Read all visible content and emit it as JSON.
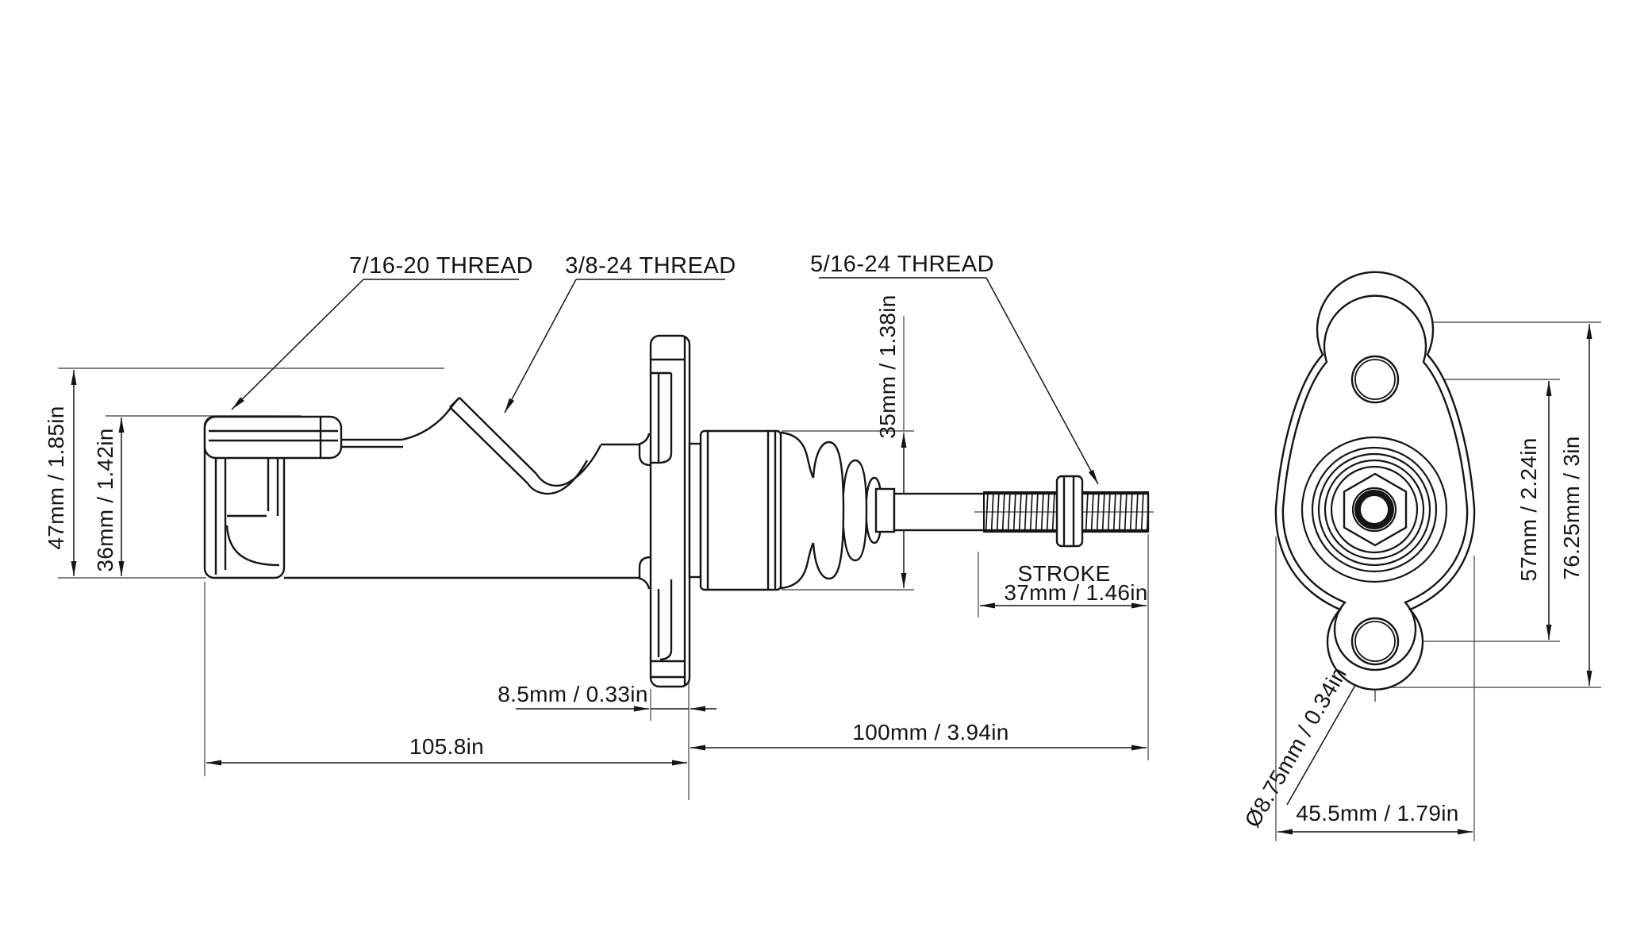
{
  "drawing": {
    "type": "technical-drawing",
    "subject": "master cylinder with remote reservoir ports, side elevation and mounting-flange end view",
    "colors": {
      "line": "#151515",
      "background": "#ffffff"
    },
    "thread_labels": {
      "banjo": "7/16-20 THREAD",
      "port": "3/8-24 THREAD",
      "pushrod": "5/16-24  THREAD"
    },
    "side_view": {
      "overall_height": "47mm / 1.85in",
      "body_height": "36mm / 1.42in",
      "boot_diameter": "35mm / 1.38in",
      "body_length": "105.8in",
      "flange_thickness": "8.5mm / 0.33in",
      "rod_length": "100mm / 3.94in",
      "stroke_title": "STROKE",
      "stroke_value": "37mm / 1.46in"
    },
    "end_view": {
      "hole_spacing": "57mm / 2.24in",
      "flange_height": "76.25mm / 3in",
      "flange_width": "45.5mm / 1.79in",
      "hole_diameter": "Ø8.75mm / 0.34in"
    }
  }
}
